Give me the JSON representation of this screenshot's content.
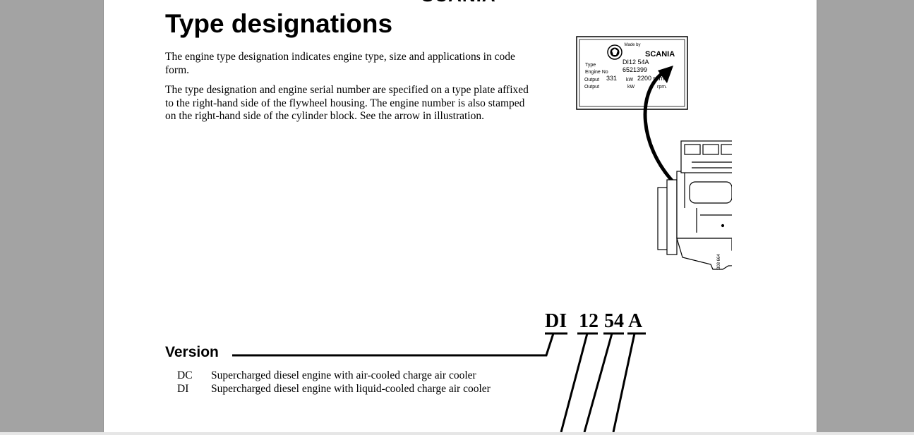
{
  "header": {
    "brand_fragment": "SCANIA"
  },
  "section": {
    "title": "Type designations",
    "paragraphs": [
      "The engine type designation indicates engine type, size and applications in code form.",
      "The type designation and engine serial number are specified on a type plate affixed to the right-hand side of the flywheel housing. The engine number is also stamped on the right-hand side of the cylinder block. See the arrow in illustration."
    ]
  },
  "type_plate": {
    "made_by": "Made by",
    "brand": "SCANIA",
    "rows": [
      {
        "label": "Type",
        "value": "DI12 54A",
        "unit": "",
        "extra": ""
      },
      {
        "label": "Engine No",
        "value": "6521399",
        "unit": "",
        "extra": ""
      },
      {
        "label": "Output",
        "value": "331",
        "unit": "kW",
        "extra": "2200 rpm."
      },
      {
        "label": "Output",
        "value": "",
        "unit": "kW",
        "extra": "rpm."
      }
    ]
  },
  "figure": {
    "ref_number": "308 664"
  },
  "designation": {
    "parts": [
      "DI",
      "12",
      "54",
      "A"
    ]
  },
  "version": {
    "heading": "Version",
    "items": [
      {
        "code": "DC",
        "description": "Supercharged diesel engine with air-cooled charge air cooler"
      },
      {
        "code": "DI",
        "description": "Supercharged diesel engine with liquid-cooled charge air cooler"
      }
    ]
  }
}
